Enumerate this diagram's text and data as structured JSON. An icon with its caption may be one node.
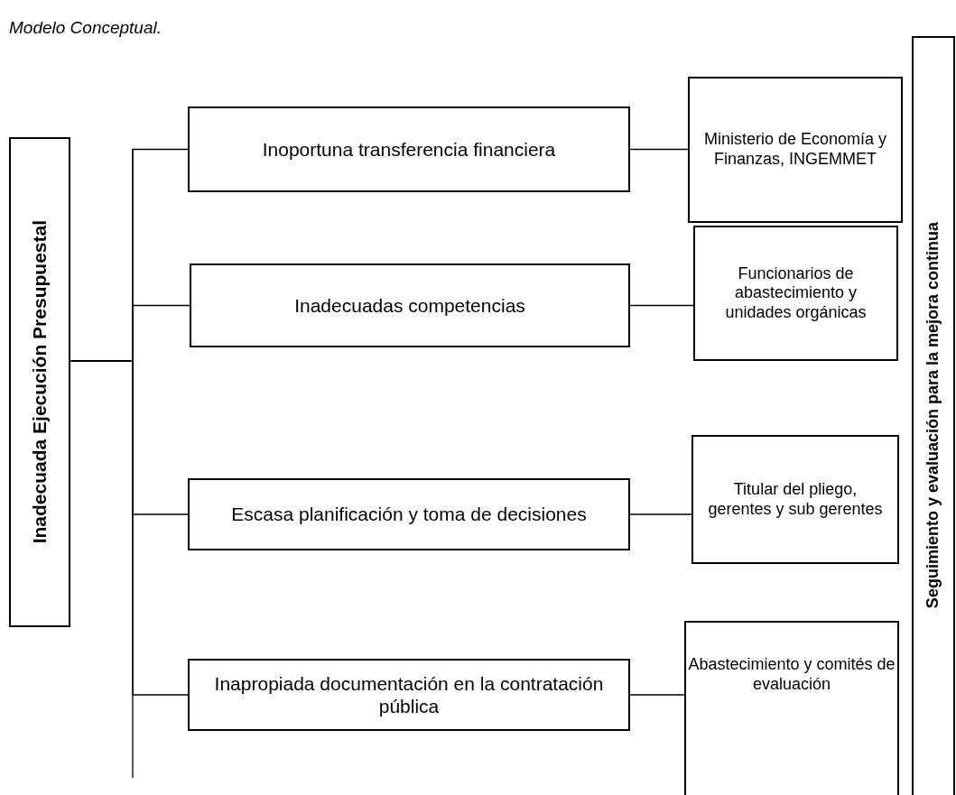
{
  "diagram": {
    "title": "Modelo Conceptual.",
    "nodes": [
      {
        "text": [
          "Inadecuada Ejecución Presupuestal"
        ]
      },
      {
        "text": [
          "Inoportuna transferencia financiera"
        ]
      },
      {
        "text": [
          "Ministerio de Economía y Finanzas, INGEMMET"
        ]
      },
      {
        "text": [
          "Inadecuadas competencias"
        ]
      },
      {
        "text": [
          "Funcionarios de abastecimiento y unidades orgánicas"
        ]
      },
      {
        "text": [
          "Escasa planificación y toma de decisiones"
        ]
      },
      {
        "text": [
          "Titular del pliego, gerentes y sub gerentes"
        ]
      },
      {
        "text": [
          "Inapropiada documentación en la contratación pública"
        ]
      },
      {
        "text": [
          "Abastecimiento y comités de evaluación"
        ]
      },
      {
        "text": [
          "Seguimiento y evaluación para la mejora continua"
        ]
      }
    ],
    "edges": [
      {
        "from": 0,
        "to": 1,
        "arrow": "none"
      },
      {
        "from": 0,
        "to": 3,
        "arrow": "none"
      },
      {
        "from": 0,
        "to": 5,
        "arrow": "none"
      },
      {
        "from": 0,
        "to": 7,
        "arrow": "none"
      },
      {
        "from": 1,
        "to": 2,
        "arrow": "none"
      },
      {
        "from": 3,
        "to": 4,
        "arrow": "none"
      },
      {
        "from": 5,
        "to": 6,
        "arrow": "none"
      },
      {
        "from": 7,
        "to": 8,
        "arrow": "none"
      }
    ]
  }
}
